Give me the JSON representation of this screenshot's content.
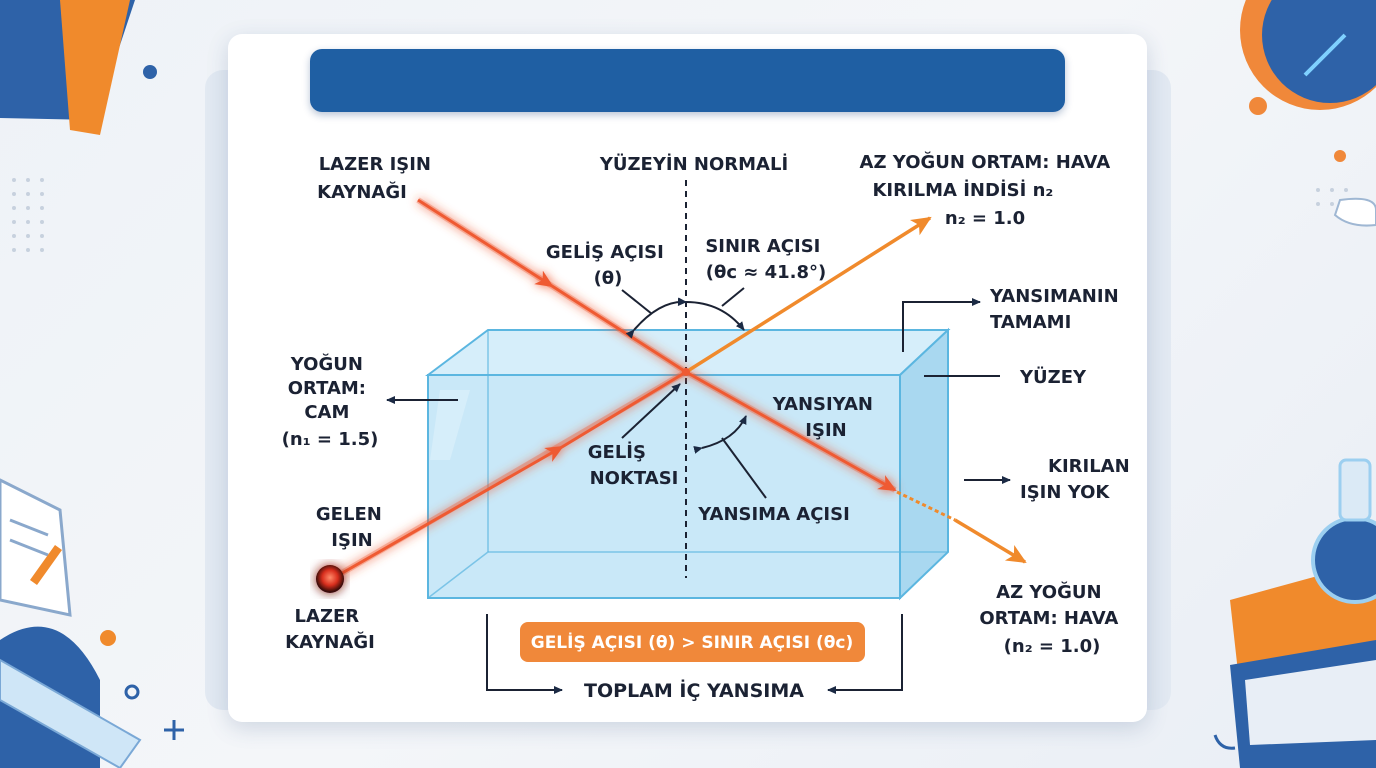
{
  "title": "",
  "labels": {
    "laser_source_top": [
      "LAZER IŞIN",
      "KAYNAĞI"
    ],
    "normal": "YÜZEYİN NORMALİ",
    "less_dense_top": [
      "AZ YOĞUN ORTAM: HAVA",
      "KIRILMA İNDİSİ n₂",
      "n₂ = 1.0"
    ],
    "incidence_angle": [
      "GELİŞ AÇISI",
      "(θ)"
    ],
    "critical_angle": [
      "SINIR AÇISI",
      "(θc ≈ 41.8°)"
    ],
    "total_reflection": [
      "YANSIMANIN",
      "TAMAMI"
    ],
    "surface": "YÜZEY",
    "dense_medium": [
      "YOĞUN",
      "ORTAM:",
      "CAM",
      "(n₁ = 1.5)"
    ],
    "reflected_ray": [
      "YANSIYAN",
      "IŞIN"
    ],
    "incidence_point": [
      "GELİŞ",
      "NOKTASI"
    ],
    "no_refraction": [
      "KIRILAN",
      "IŞIN YOK"
    ],
    "incident_ray": [
      "GELEN",
      "IŞIN"
    ],
    "reflection_angle": "YANSIMA AÇISI",
    "laser_source_bottom": [
      "LAZER",
      "KAYNAĞI"
    ],
    "less_dense_bottom": [
      "AZ YOĞUN",
      "ORTAM: HAVA",
      "(n₂ = 1.0)"
    ],
    "condition": "GELİŞ AÇISI (θ) > SINIR AÇISI (θc)",
    "bottom_caption": "TOPLAM İÇ YANSIMA"
  },
  "colors": {
    "title_bar": "#1f5fa3",
    "laser_ray": "#ef5a33",
    "orange_ray": "#f08a2c",
    "glass_fill": "#bfe4f7",
    "glass_edge": "#5bb6e0",
    "condition_badge": "#f0883a",
    "arrow": "#1b2a44"
  }
}
